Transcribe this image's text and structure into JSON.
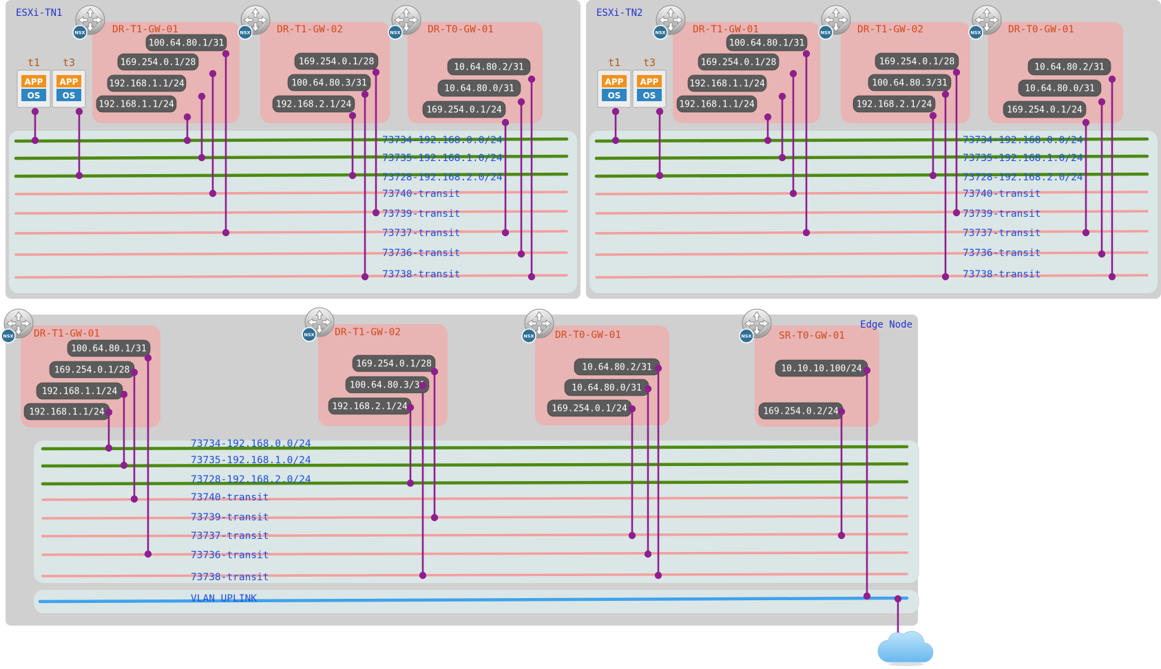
{
  "diagram": {
    "colors": {
      "host_bg": "#d0d0d0",
      "segment_area": "#dbe6e6",
      "router_box": "#e9b4b4",
      "overlay_segment": "#4c8a10",
      "transit_segment": "#f39e9e",
      "vlan_uplink": "#3fa2ec",
      "connector": "#8e1f8e",
      "pill": "#5b5b5b",
      "title_text": "#1d4fe0",
      "router_text": "#d14a1c"
    },
    "hosts": [
      {
        "title": "ESXi-TN1",
        "vms": [
          {
            "name": "t1",
            "app": "APP",
            "os": "OS"
          },
          {
            "name": "t3",
            "app": "APP",
            "os": "OS"
          }
        ],
        "routers": [
          {
            "name": "DR-T1-GW-01",
            "badge": "NSX",
            "interfaces": [
              "100.64.80.1/31",
              "169.254.0.1/28",
              "192.168.1.1/24",
              "192.168.1.1/24"
            ]
          },
          {
            "name": "DR-T1-GW-02",
            "badge": "NSX",
            "interfaces": [
              "169.254.0.1/28",
              "100.64.80.3/31",
              "192.168.2.1/24"
            ]
          },
          {
            "name": "DR-T0-GW-01",
            "badge": "NSX",
            "interfaces": [
              "10.64.80.2/31",
              "10.64.80.0/31",
              "169.254.0.1/24"
            ]
          }
        ],
        "segments": [
          "73734-192.168.0.0/24",
          "73735-192.168.1.0/24",
          "73728-192.168.2.0/24",
          "73740-transit",
          "73739-transit",
          "73737-transit",
          "73736-transit",
          "73738-transit"
        ]
      },
      {
        "title": "ESXi-TN2",
        "vms": [
          {
            "name": "t1",
            "app": "APP",
            "os": "OS"
          },
          {
            "name": "t3",
            "app": "APP",
            "os": "OS"
          }
        ],
        "routers": [
          {
            "name": "DR-T1-GW-01",
            "badge": "NSX",
            "interfaces": [
              "100.64.80.1/31",
              "169.254.0.1/28",
              "192.168.1.1/24",
              "192.168.1.1/24"
            ]
          },
          {
            "name": "DR-T1-GW-02",
            "badge": "NSX",
            "interfaces": [
              "169.254.0.1/28",
              "100.64.80.3/31",
              "192.168.2.1/24"
            ]
          },
          {
            "name": "DR-T0-GW-01",
            "badge": "NSX",
            "interfaces": [
              "10.64.80.2/31",
              "10.64.80.0/31",
              "169.254.0.1/24"
            ]
          }
        ],
        "segments": [
          "73734-192.168.0.0/24",
          "73735-192.168.1.0/24",
          "73728-192.168.2.0/24",
          "73740-transit",
          "73739-transit",
          "73737-transit",
          "73736-transit",
          "73738-transit"
        ]
      }
    ],
    "edge": {
      "title": "Edge Node",
      "routers": [
        {
          "name": "DR-T1-GW-01",
          "badge": "NSX",
          "interfaces": [
            "100.64.80.1/31",
            "169.254.0.1/28",
            "192.168.1.1/24",
            "192.168.1.1/24"
          ]
        },
        {
          "name": "DR-T1-GW-02",
          "badge": "NSX",
          "interfaces": [
            "169.254.0.1/28",
            "100.64.80.3/31",
            "192.168.2.1/24"
          ]
        },
        {
          "name": "DR-T0-GW-01",
          "badge": "NSX",
          "interfaces": [
            "10.64.80.2/31",
            "10.64.80.0/31",
            "169.254.0.1/24"
          ]
        },
        {
          "name": "SR-T0-GW-01",
          "badge": "NSX",
          "interfaces": [
            "10.10.10.100/24",
            "169.254.0.2/24"
          ]
        }
      ],
      "segments": [
        "73734-192.168.0.0/24",
        "73735-192.168.1.0/24",
        "73728-192.168.2.0/24",
        "73740-transit",
        "73739-transit",
        "73737-transit",
        "73736-transit",
        "73738-transit"
      ],
      "uplink": "VLAN UPLINK"
    }
  }
}
